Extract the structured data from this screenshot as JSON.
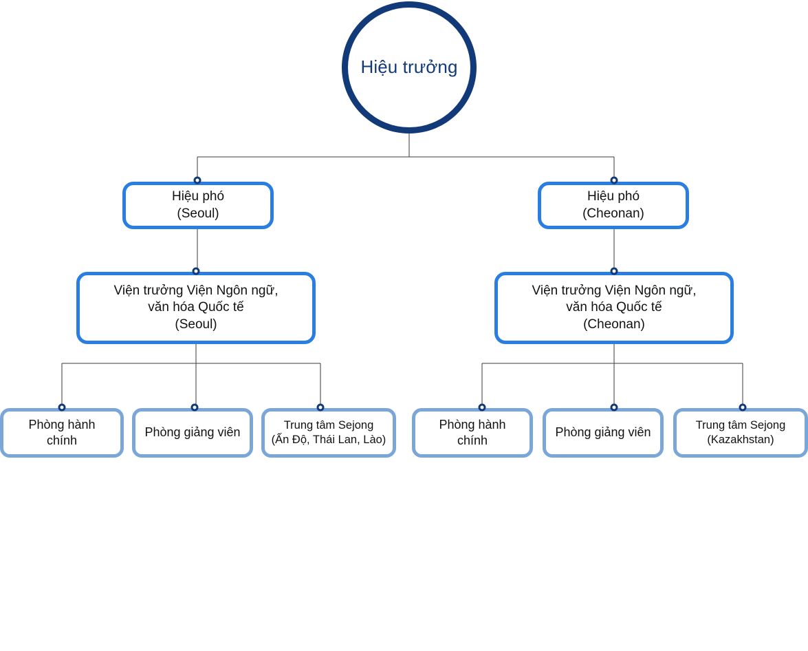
{
  "chart_data": {
    "type": "diagram",
    "diagram_kind": "organization-chart",
    "title": "",
    "orientation": "top-down",
    "levels": 4,
    "colors": {
      "root_border": "#123a79",
      "root_text": "#123a79",
      "level2_border": "#2a7de1",
      "level3_border": "#2a7de1",
      "level4_border": "#7aa6d8",
      "node_fill": "#ffffff",
      "connector_line": "#3a3a3a",
      "connector_dot_ring": "#123a79",
      "connector_dot_fill": "#ffffff",
      "node_text": "#111111",
      "background": "#ffffff"
    },
    "nodes": [
      {
        "id": "root",
        "level": 1,
        "label": "Hiệu trưởng",
        "shape": "circle",
        "parent": null
      },
      {
        "id": "vp-seoul",
        "level": 2,
        "label": "Hiệu phó\n(Seoul)",
        "shape": "rounded-rect",
        "parent": "root"
      },
      {
        "id": "vp-cheonan",
        "level": 2,
        "label": "Hiệu phó\n(Cheonan)",
        "shape": "rounded-rect",
        "parent": "root"
      },
      {
        "id": "dir-seoul",
        "level": 3,
        "label": "Viện trưởng Viện Ngôn ngữ,\nvăn hóa Quốc tế\n(Seoul)",
        "shape": "rounded-rect",
        "parent": "vp-seoul"
      },
      {
        "id": "dir-cheonan",
        "level": 3,
        "label": "Viện trưởng Viện Ngôn ngữ,\nvăn hóa Quốc tế\n(Cheonan)",
        "shape": "rounded-rect",
        "parent": "vp-cheonan"
      },
      {
        "id": "admin-seoul",
        "level": 4,
        "label": "Phòng hành\nchính",
        "shape": "rounded-rect",
        "parent": "dir-seoul"
      },
      {
        "id": "teachers-seoul",
        "level": 4,
        "label": "Phòng giảng viên",
        "shape": "rounded-rect",
        "parent": "dir-seoul"
      },
      {
        "id": "sejong-seoul",
        "level": 4,
        "label": "Trung tâm Sejong\n(Ấn Độ, Thái Lan, Lào)",
        "shape": "rounded-rect",
        "parent": "dir-seoul"
      },
      {
        "id": "admin-cheonan",
        "level": 4,
        "label": "Phòng hành\nchính",
        "shape": "rounded-rect",
        "parent": "dir-cheonan"
      },
      {
        "id": "teachers-cheonan",
        "level": 4,
        "label": "Phòng giảng viên",
        "shape": "rounded-rect",
        "parent": "dir-cheonan"
      },
      {
        "id": "sejong-cheonan",
        "level": 4,
        "label": "Trung tâm Sejong\n(Kazakhstan)",
        "shape": "rounded-rect",
        "parent": "dir-cheonan"
      }
    ],
    "edges": [
      {
        "from": "root",
        "to": "vp-seoul"
      },
      {
        "from": "root",
        "to": "vp-cheonan"
      },
      {
        "from": "vp-seoul",
        "to": "dir-seoul"
      },
      {
        "from": "vp-cheonan",
        "to": "dir-cheonan"
      },
      {
        "from": "dir-seoul",
        "to": "admin-seoul"
      },
      {
        "from": "dir-seoul",
        "to": "teachers-seoul"
      },
      {
        "from": "dir-seoul",
        "to": "sejong-seoul"
      },
      {
        "from": "dir-cheonan",
        "to": "admin-cheonan"
      },
      {
        "from": "dir-cheonan",
        "to": "teachers-cheonan"
      },
      {
        "from": "dir-cheonan",
        "to": "sejong-cheonan"
      }
    ]
  },
  "nodes": {
    "root": {
      "label": "Hiệu trưởng"
    },
    "vp_seoul": {
      "label": "Hiệu phó\n(Seoul)"
    },
    "vp_cheonan": {
      "label": "Hiệu phó\n(Cheonan)"
    },
    "dir_seoul": {
      "label": "Viện trưởng Viện Ngôn ngữ,\nvăn hóa Quốc tế\n(Seoul)"
    },
    "dir_cheonan": {
      "label": "Viện trưởng Viện Ngôn ngữ,\nvăn hóa Quốc tế\n(Cheonan)"
    },
    "admin_seoul": {
      "label": "Phòng hành\nchính"
    },
    "teachers_seoul": {
      "label": "Phòng giảng viên"
    },
    "sejong_seoul": {
      "label": "Trung tâm Sejong\n(Ấn Độ, Thái Lan, Lào)"
    },
    "admin_cheonan": {
      "label": "Phòng hành\nchính"
    },
    "teachers_cheonan": {
      "label": "Phòng giảng viên"
    },
    "sejong_cheonan": {
      "label": "Trung tâm Sejong\n(Kazakhstan)"
    }
  }
}
